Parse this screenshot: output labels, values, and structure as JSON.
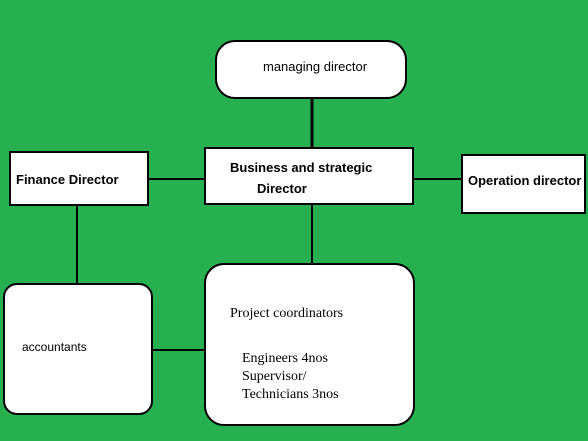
{
  "colors": {
    "background": "#27b050",
    "box_fill": "#ffffff",
    "line": "#000000"
  },
  "nodes": {
    "managing_director": "managing director",
    "business_strategic_line1": "Business and strategic",
    "business_strategic_line2": "Director",
    "finance_director": "Finance Director",
    "operation_director": "Operation director",
    "accountants": "accountants",
    "project_coordinators": "Project coordinators",
    "engineers": "Engineers 4nos",
    "supervisor": "Supervisor/",
    "technicians": "Technicians 3nos"
  }
}
